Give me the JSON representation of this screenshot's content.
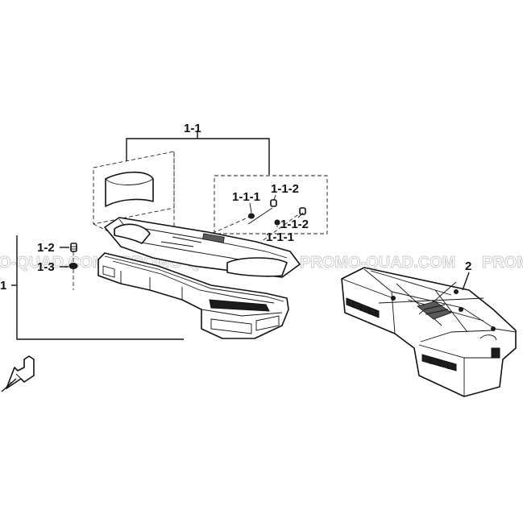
{
  "watermark": {
    "left_text": "O-QUAD.COM",
    "center_text": "PROMO-QUAD.COM",
    "mid_text": "PROMO-QUAD.COM",
    "right_text": "PROM"
  },
  "callouts": {
    "box_assembly": "1",
    "lid_group": "1-1",
    "lid_part_a": "1-1-1",
    "lid_part_b": "1-1-2",
    "lid_part_b2": "1-1-2",
    "lid_part_a2": "1-1-1",
    "screw": "1-2",
    "washer": "1-3",
    "bag": "2"
  },
  "colors": {
    "line": "#111111",
    "watermark": "#c8c8c8"
  }
}
